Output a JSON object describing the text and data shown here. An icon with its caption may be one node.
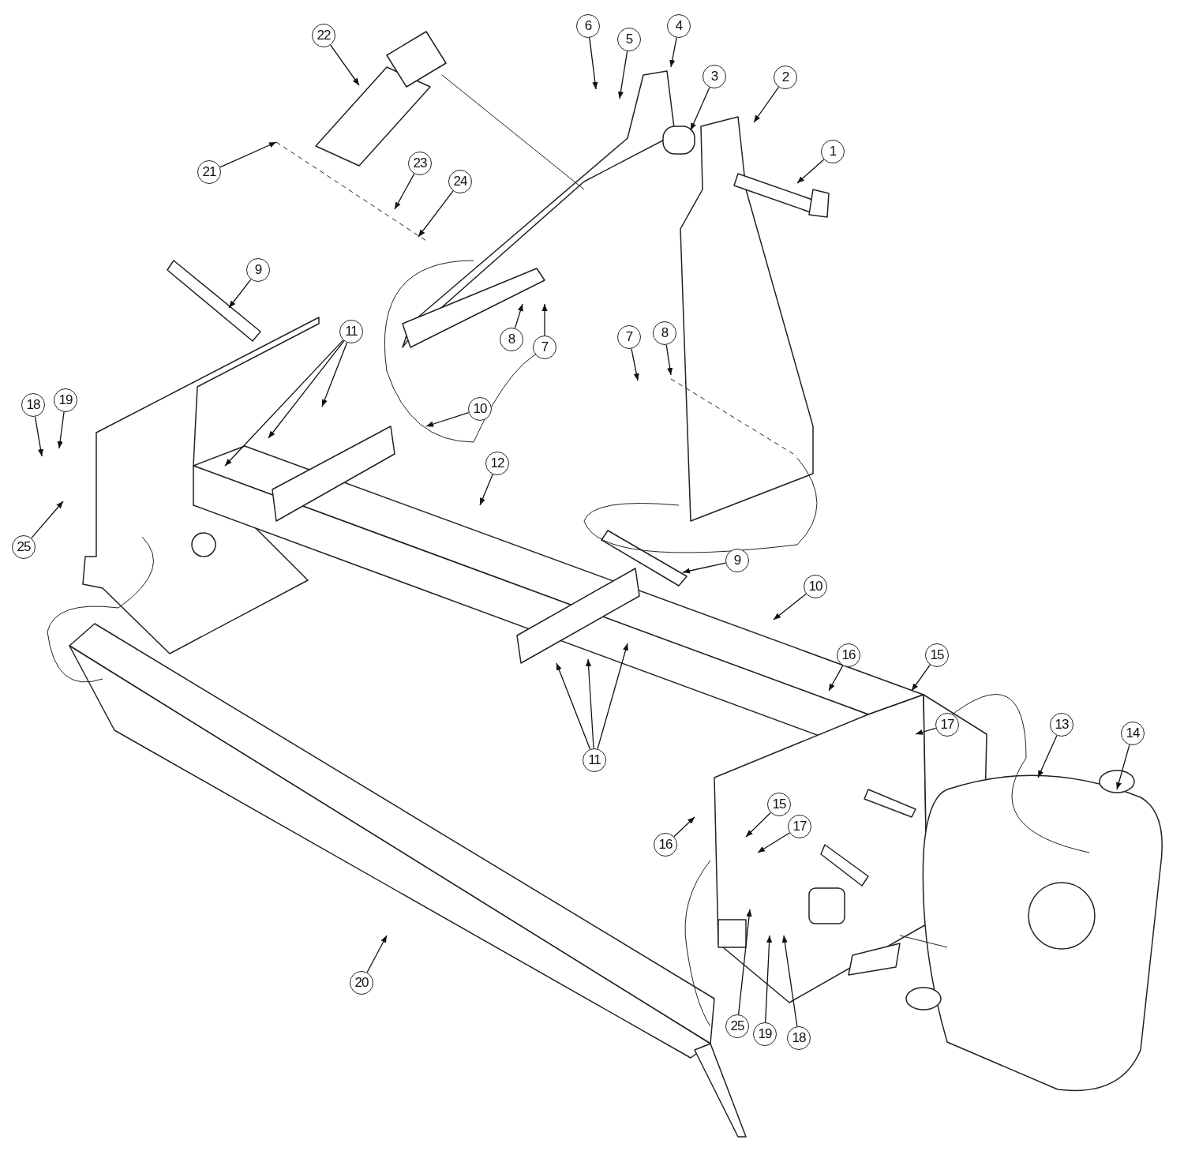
{
  "diagram": {
    "nodes": [
      {
        "text": [
          "22"
        ]
      },
      {
        "text": [
          "6"
        ]
      },
      {
        "text": [
          "4"
        ]
      },
      {
        "text": [
          "5"
        ]
      },
      {
        "text": [
          "3"
        ]
      },
      {
        "text": [
          "2"
        ]
      },
      {
        "text": [
          "1"
        ]
      },
      {
        "text": [
          "21"
        ]
      },
      {
        "text": [
          "23"
        ]
      },
      {
        "text": [
          "24"
        ]
      },
      {
        "text": [
          "9"
        ]
      },
      {
        "text": [
          "11"
        ]
      },
      {
        "text": [
          "7"
        ]
      },
      {
        "text": [
          "8"
        ]
      },
      {
        "text": [
          "8"
        ]
      },
      {
        "text": [
          "7"
        ]
      },
      {
        "text": [
          "18"
        ]
      },
      {
        "text": [
          "19"
        ]
      },
      {
        "text": [
          "10"
        ]
      },
      {
        "text": [
          "12"
        ]
      },
      {
        "text": [
          "25"
        ]
      },
      {
        "text": [
          "9"
        ]
      },
      {
        "text": [
          "10"
        ]
      },
      {
        "text": [
          "16"
        ]
      },
      {
        "text": [
          "15"
        ]
      },
      {
        "text": [
          "17"
        ]
      },
      {
        "text": [
          "13"
        ]
      },
      {
        "text": [
          "14"
        ]
      },
      {
        "text": [
          "11"
        ]
      },
      {
        "text": [
          "15"
        ]
      },
      {
        "text": [
          "17"
        ]
      },
      {
        "text": [
          "16"
        ]
      },
      {
        "text": [
          "20"
        ]
      },
      {
        "text": [
          "25"
        ]
      },
      {
        "text": [
          "19"
        ]
      },
      {
        "text": [
          "18"
        ]
      }
    ],
    "edges": [
      {
        "from": 0,
        "to": null,
        "arrow": "to"
      },
      {
        "from": 1,
        "to": null,
        "arrow": "to"
      },
      {
        "from": 2,
        "to": null,
        "arrow": "to"
      },
      {
        "from": 3,
        "to": null,
        "arrow": "to"
      },
      {
        "from": 4,
        "to": null,
        "arrow": "to"
      },
      {
        "from": 5,
        "to": null,
        "arrow": "to"
      },
      {
        "from": 6,
        "to": null,
        "arrow": "to"
      },
      {
        "from": 7,
        "to": null,
        "arrow": "to"
      },
      {
        "from": 8,
        "to": null,
        "arrow": "to"
      },
      {
        "from": 9,
        "to": null,
        "arrow": "to"
      },
      {
        "from": 10,
        "to": null,
        "arrow": "to"
      },
      {
        "from": 11,
        "to": null,
        "arrow": "to"
      },
      {
        "from": 11,
        "to": null,
        "arrow": "to"
      },
      {
        "from": 11,
        "to": null,
        "arrow": "to"
      },
      {
        "from": 12,
        "to": null,
        "arrow": "to"
      },
      {
        "from": 13,
        "to": null,
        "arrow": "to"
      },
      {
        "from": 14,
        "to": null,
        "arrow": "to"
      },
      {
        "from": 15,
        "to": null,
        "arrow": "to"
      },
      {
        "from": 16,
        "to": null,
        "arrow": "to"
      },
      {
        "from": 17,
        "to": null,
        "arrow": "to"
      },
      {
        "from": 18,
        "to": null,
        "arrow": "to"
      },
      {
        "from": 19,
        "to": null,
        "arrow": "to"
      },
      {
        "from": 20,
        "to": null,
        "arrow": "to"
      },
      {
        "from": 21,
        "to": null,
        "arrow": "to"
      },
      {
        "from": 22,
        "to": null,
        "arrow": "to"
      },
      {
        "from": 23,
        "to": null,
        "arrow": "to"
      },
      {
        "from": 24,
        "to": null,
        "arrow": "to"
      },
      {
        "from": 25,
        "to": null,
        "arrow": "to"
      },
      {
        "from": 26,
        "to": null,
        "arrow": "to"
      },
      {
        "from": 27,
        "to": null,
        "arrow": "to"
      },
      {
        "from": 28,
        "to": null,
        "arrow": "to"
      },
      {
        "from": 28,
        "to": null,
        "arrow": "to"
      },
      {
        "from": 28,
        "to": null,
        "arrow": "to"
      },
      {
        "from": 29,
        "to": null,
        "arrow": "to"
      },
      {
        "from": 30,
        "to": null,
        "arrow": "to"
      },
      {
        "from": 31,
        "to": null,
        "arrow": "to"
      },
      {
        "from": 32,
        "to": null,
        "arrow": "to"
      },
      {
        "from": 33,
        "to": null,
        "arrow": "to"
      },
      {
        "from": 34,
        "to": null,
        "arrow": "to"
      },
      {
        "from": 35,
        "to": null,
        "arrow": "to"
      }
    ]
  }
}
